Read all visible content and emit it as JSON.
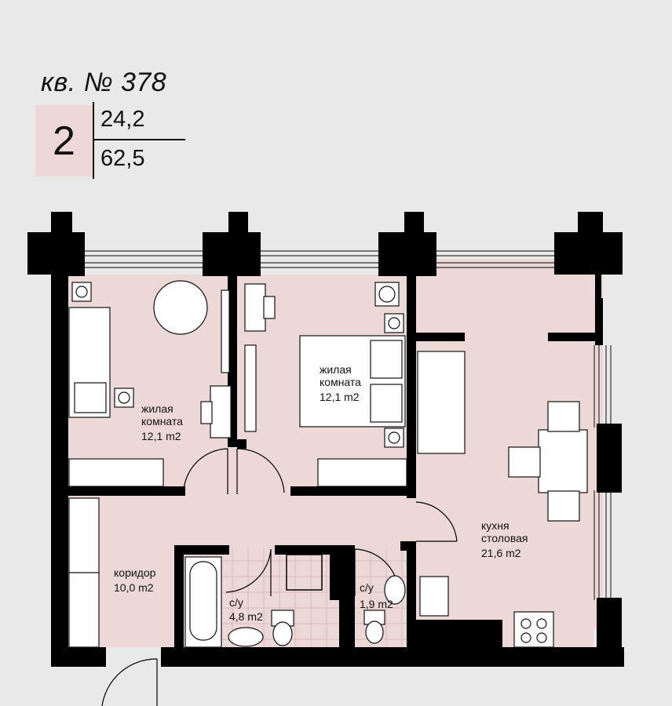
{
  "header": {
    "apartment_title": "кв. № 378",
    "rooms_count": "2",
    "living_area": "24,2",
    "total_area": "62,5"
  },
  "rooms": [
    {
      "name": "жилая\nкомната",
      "line1": "жилая",
      "line2": "комната",
      "area": "12,1 m2"
    },
    {
      "name": "жилая\nкомната",
      "line1": "жилая",
      "line2": "комната",
      "area": "12,1 m2"
    },
    {
      "name": "кухня\nстоловая",
      "line1": "кухня",
      "line2": "столовая",
      "area": "21,6 m2"
    },
    {
      "name": "коридор",
      "line1": "коридор",
      "area": "10,0 m2"
    },
    {
      "name": "с/у",
      "line1": "с/у",
      "area": "4,8 m2"
    },
    {
      "name": "с/у",
      "line1": "с/у",
      "area": "1,9 m2"
    }
  ],
  "colors": {
    "floor_fill": "#ecd9d7",
    "wall": "#000000",
    "background": "#e9e9e9"
  }
}
